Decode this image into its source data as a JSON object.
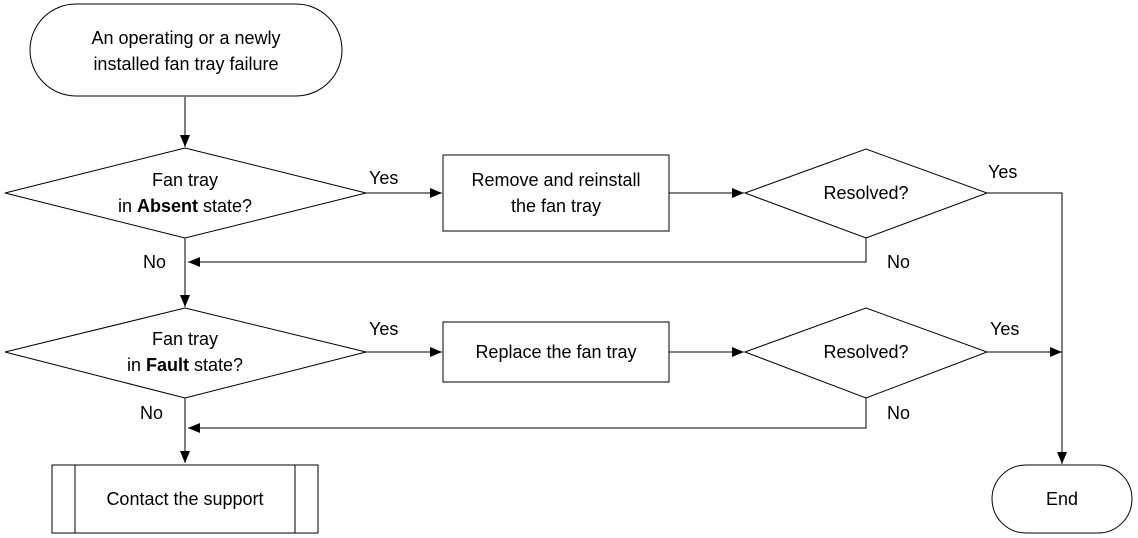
{
  "nodes": {
    "start_line1": "An operating or a newly",
    "start_line2": "installed fan tray failure",
    "d1_line1": "Fan tray",
    "d1_prefix": "in ",
    "d1_bold": "Absent",
    "d1_suffix": " state?",
    "p1_line1": "Remove and reinstall",
    "p1_line2": "the fan tray",
    "r1": "Resolved?",
    "d2_line1": "Fan tray",
    "d2_prefix": "in ",
    "d2_bold": "Fault",
    "d2_suffix": " state?",
    "p2": "Replace the fan tray",
    "r2": "Resolved?",
    "contact": "Contact the support",
    "end": "End"
  },
  "labels": {
    "yes": "Yes",
    "no": "No"
  }
}
